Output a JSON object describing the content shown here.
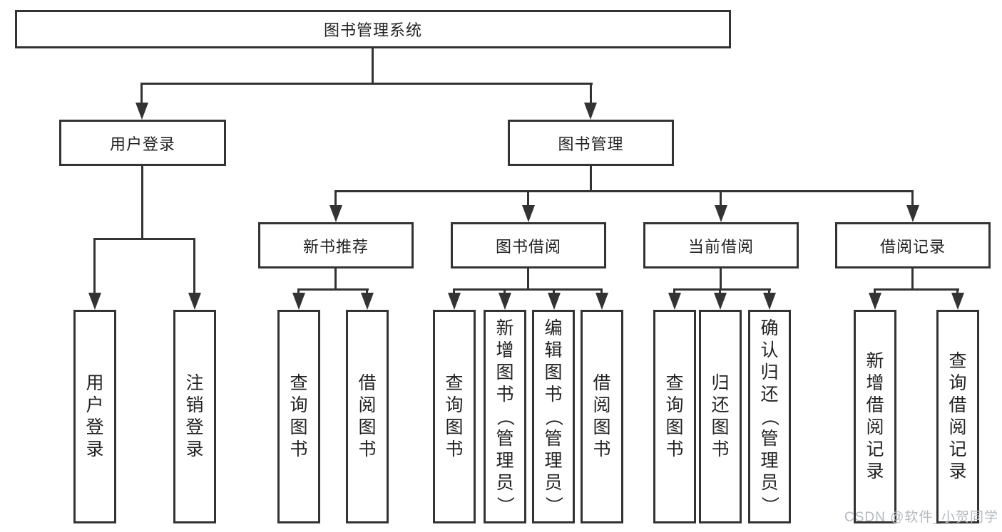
{
  "tree": {
    "label": "图书管理系统",
    "children": [
      {
        "label": "用户登录",
        "children": [
          {
            "label": "用户登录"
          },
          {
            "label": "注销登录"
          }
        ]
      },
      {
        "label": "图书管理",
        "children": [
          {
            "label": "新书推荐",
            "children": [
              {
                "label": "查询图书"
              },
              {
                "label": "借阅图书"
              }
            ]
          },
          {
            "label": "图书借阅",
            "children": [
              {
                "label": "查询图书"
              },
              {
                "label": "新增图书（管理员）"
              },
              {
                "label": "编辑图书（管理员）"
              },
              {
                "label": "借阅图书"
              }
            ]
          },
          {
            "label": "当前借阅",
            "children": [
              {
                "label": "查询图书"
              },
              {
                "label": "归还图书"
              },
              {
                "label": "确认归还（管理员）"
              }
            ]
          },
          {
            "label": "借阅记录",
            "children": [
              {
                "label": "新增借阅记录"
              },
              {
                "label": "查询借阅记录"
              }
            ]
          }
        ]
      }
    ]
  },
  "watermark": {
    "text": "CSDN @软件_小贺同学"
  },
  "colors": {
    "line": "#333333",
    "background": "#ffffff",
    "text": "#222222",
    "watermark": "#b5b9be"
  }
}
